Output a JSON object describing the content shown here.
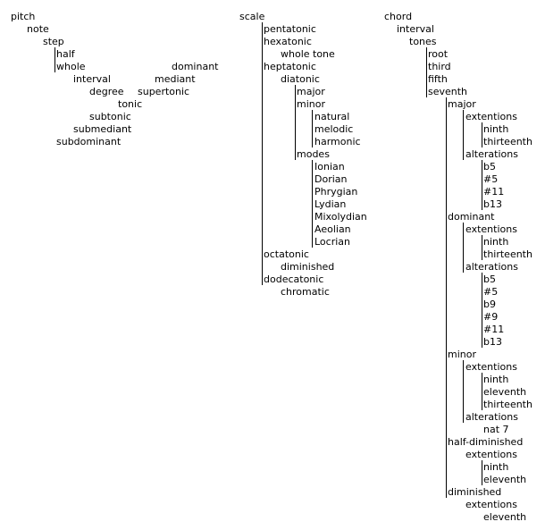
{
  "theme": {
    "text_color": "#000000",
    "line_color": "#000000",
    "background": "#ffffff"
  },
  "pitch_tree": {
    "pitch": "pitch",
    "note": "note",
    "step": "step",
    "half": "half",
    "whole": "whole",
    "interval": "interval",
    "degree": "degree",
    "tonic": "tonic",
    "supertonic": "supertonic",
    "mediant": "mediant",
    "dominant": "dominant",
    "subtonic": "subtonic",
    "submediant": "submediant",
    "subdominant": "subdominant"
  },
  "scale_tree": {
    "scale": "scale",
    "pentatonic": "pentatonic",
    "hexatonic": "hexatonic",
    "whole_tone": "whole tone",
    "heptatonic": "heptatonic",
    "diatonic": "diatonic",
    "major": "major",
    "minor": "minor",
    "natural": "natural",
    "melodic": "melodic",
    "harmonic": "harmonic",
    "modes": "modes",
    "ionian": "Ionian",
    "dorian": "Dorian",
    "phrygian": "Phrygian",
    "lydian": "Lydian",
    "mixolydian": "Mixolydian",
    "aeolian": "Aeolian",
    "locrian": "Locrian",
    "octatonic": "octatonic",
    "diminished": "diminished",
    "dodecatonic": "dodecatonic",
    "chromatic": "chromatic"
  },
  "chord_tree": {
    "chord": "chord",
    "interval": "interval",
    "tones": "tones",
    "root": "root",
    "third": "third",
    "fifth": "fifth",
    "seventh": "seventh",
    "major": {
      "label": "major",
      "extentions": "extentions",
      "ninth": "ninth",
      "thirteenth": "thirteenth",
      "alterations": "alterations",
      "flat5": "b5",
      "sharp5": "#5",
      "sharp11": "#11",
      "flat13": "b13"
    },
    "dominant": {
      "label": "dominant",
      "extentions": "extentions",
      "ninth": "ninth",
      "thirteenth": "thirteenth",
      "alterations": "alterations",
      "flat5": "b5",
      "sharp5": "#5",
      "flat9": "b9",
      "sharp9": "#9",
      "sharp11": "#11",
      "flat13": "b13"
    },
    "minor": {
      "label": "minor",
      "extentions": "extentions",
      "ninth": "ninth",
      "eleventh": "eleventh",
      "thirteenth": "thirteenth",
      "alterations": "alterations",
      "nat7": "nat 7"
    },
    "half_diminished": {
      "label": "half-diminished",
      "extentions": "extentions",
      "ninth": "ninth",
      "eleventh": "eleventh"
    },
    "diminished": {
      "label": "diminished",
      "extentions": "extentions",
      "eleventh": "eleventh"
    }
  }
}
